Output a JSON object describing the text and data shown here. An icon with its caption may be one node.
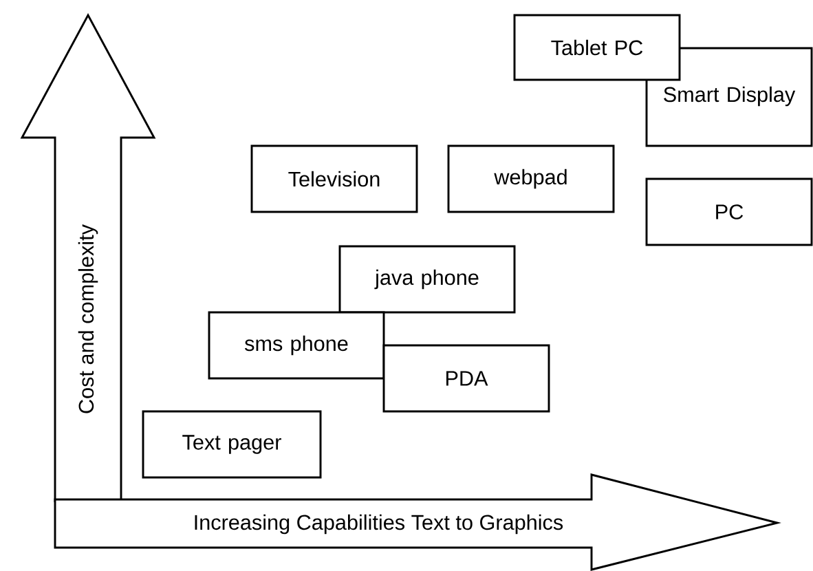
{
  "diagram": {
    "nodes": [
      {
        "text": [
          "Tablet PC"
        ]
      },
      {
        "text": [
          "Smart Display"
        ]
      },
      {
        "text": [
          "Television"
        ]
      },
      {
        "text": [
          "webpad"
        ]
      },
      {
        "text": [
          "PC"
        ]
      },
      {
        "text": [
          "java phone"
        ]
      },
      {
        "text": [
          "sms phone"
        ]
      },
      {
        "text": [
          "PDA"
        ]
      },
      {
        "text": [
          "Text pager"
        ]
      },
      {
        "text": [
          "Cost and complexity"
        ]
      },
      {
        "text": [
          "Increasing Capabilities Text to Graphics"
        ]
      }
    ],
    "edges": []
  }
}
